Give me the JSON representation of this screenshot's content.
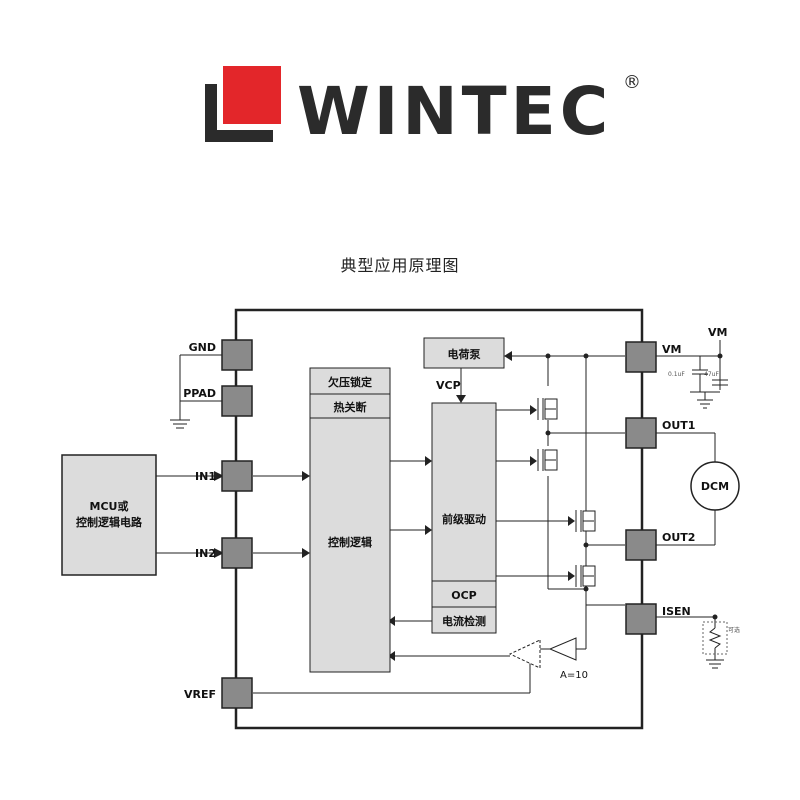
{
  "logo": {
    "text": "WINTEC",
    "reg": "®",
    "brand_red": "#e3262a",
    "brand_dark": "#2b2b2b"
  },
  "title": "典型应用原理图",
  "pins_left": {
    "gnd": "GND",
    "ppad": "PPAD",
    "in1": "IN1",
    "in2": "IN2",
    "vref": "VREF"
  },
  "pins_right": {
    "vm": "VM",
    "out1": "OUT1",
    "out2": "OUT2",
    "isen": "ISEN"
  },
  "blocks": {
    "mcu_line1": "MCU或",
    "mcu_line2": "控制逻辑电路",
    "uvlo": "欠压锁定",
    "thermal": "热关断",
    "control": "控制逻辑",
    "charge_pump": "电荷泵",
    "vcp": "VCP",
    "predriver": "前级驱动",
    "ocp": "OCP",
    "current_sense": "电流检测"
  },
  "external": {
    "vm_label": "VM",
    "cap1": "0.1uF",
    "cap2": "47uF",
    "motor": "DCM",
    "optional": "可选",
    "gain": "A=10"
  },
  "colors": {
    "block_fill": "#dcdcdc",
    "pin_fill": "#8a8a8a",
    "line": "#222222"
  }
}
